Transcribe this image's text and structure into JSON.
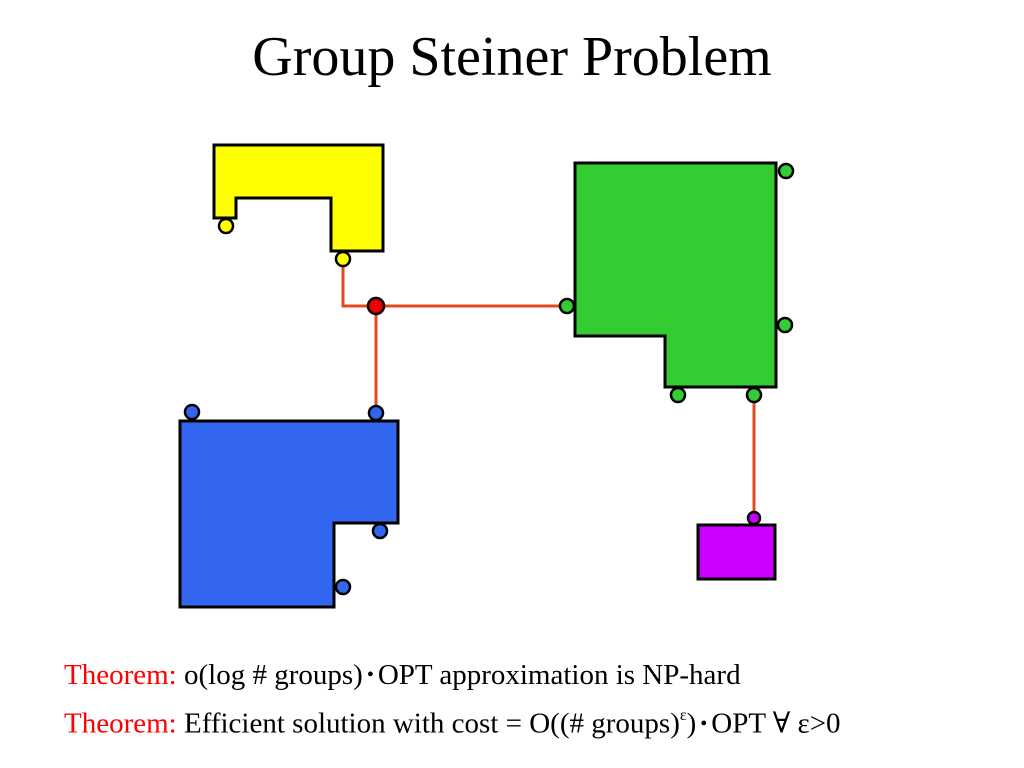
{
  "title": "Group Steiner Problem",
  "colors": {
    "yellow_group": "#ffff00",
    "green_group": "#33cc33",
    "blue_group": "#3366ee",
    "purple_group": "#cc00ff",
    "steiner_node": "#ee0000",
    "tree_edge": "#e34a1f",
    "theorem_label": "#ff0000"
  },
  "theorems": [
    {
      "label": "Theorem:",
      "before": "o(log # groups)",
      "bullet": "•",
      "after": "OPT approximation is NP-hard"
    },
    {
      "label": "Theorem:",
      "before": "Efficient solution with cost = O((# groups)",
      "exponent": "ε",
      "close": ")",
      "bullet": "•",
      "after": "OPT ∀ ε>0"
    }
  ]
}
